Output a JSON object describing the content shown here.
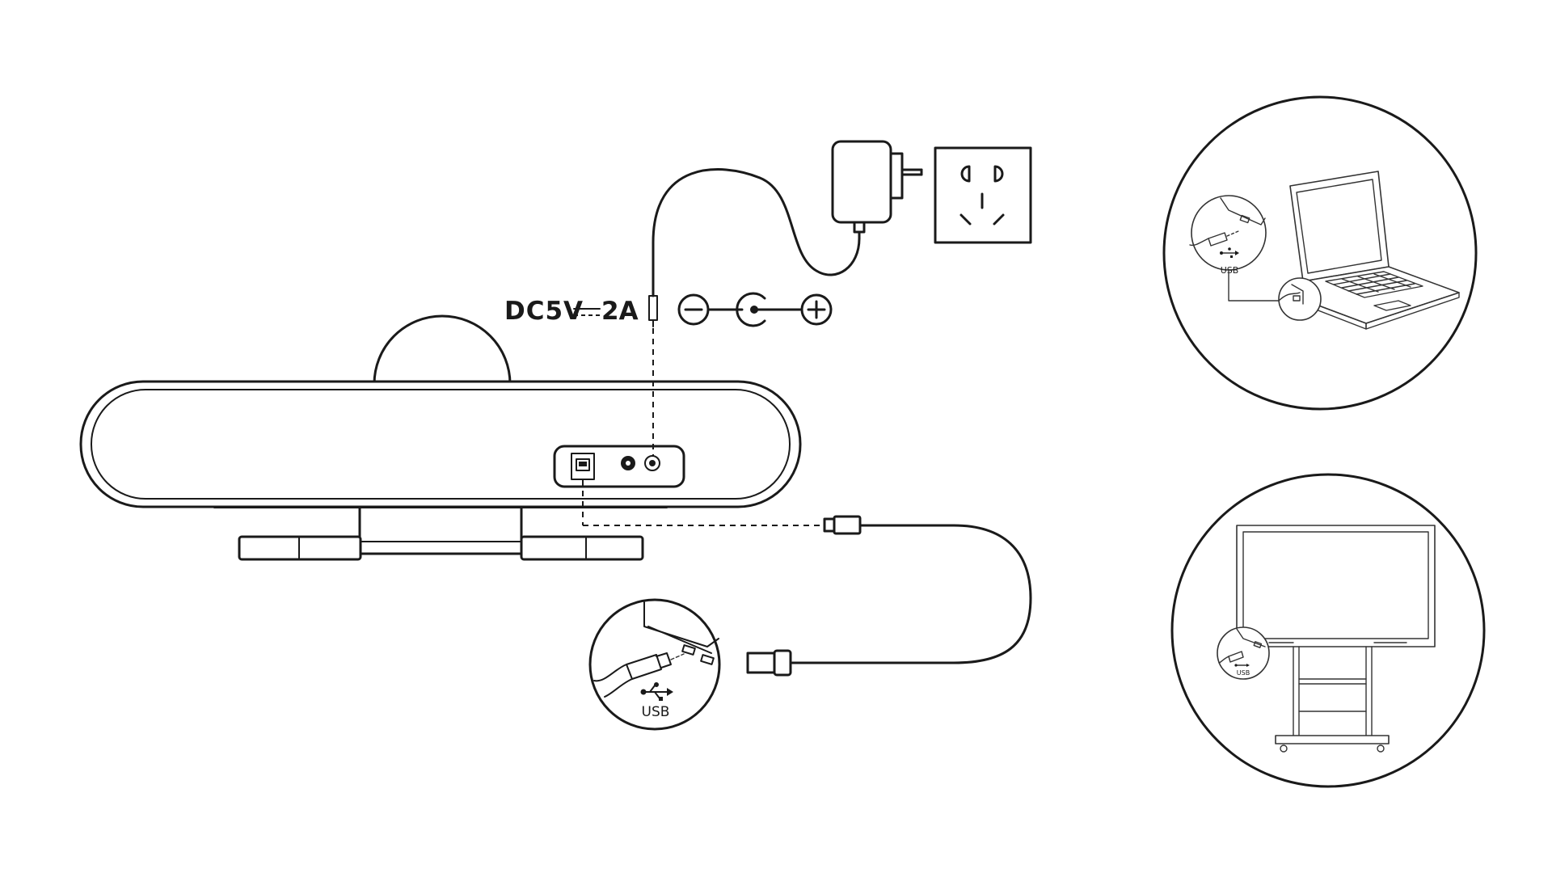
{
  "power_spec": {
    "label": "DC5V",
    "current": "2A",
    "polarity": [
      "−",
      "+"
    ]
  },
  "usb_labels": {
    "main_inset": "USB",
    "laptop_inset": "USB",
    "display_inset": "USB"
  },
  "icons": [
    "camera-bar-icon",
    "power-adapter-icon",
    "wall-socket-icon",
    "usb-symbol-icon",
    "laptop-icon",
    "interactive-display-icon"
  ],
  "colors": {
    "line": "#1a1a1a",
    "background": "#ffffff"
  }
}
